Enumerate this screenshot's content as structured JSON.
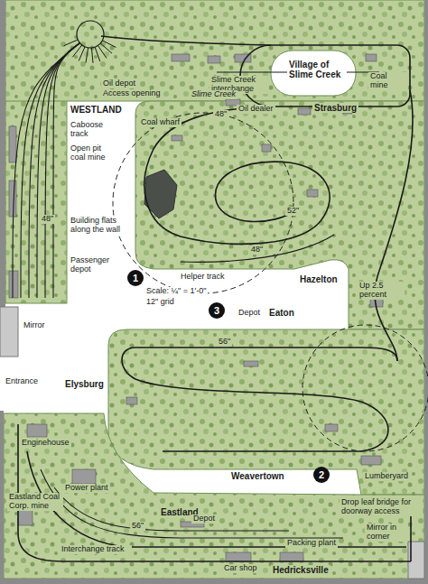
{
  "diagram": {
    "nodes": [
      {
        "text": [
          "1"
        ]
      },
      {
        "text": [
          "3"
        ]
      },
      {
        "text": [
          "2"
        ]
      }
    ],
    "labels": [
      "Village of Slime Creek",
      "Slime Creek interchange",
      "Oil depot",
      "Access opening",
      "Slime Creek",
      "WESTLAND",
      "Oil dealer",
      "Strasburg",
      "Coal mine",
      "Caboose track",
      "Coal wharf",
      "48\"",
      "Open pit coal mine",
      "48\"",
      "52\"",
      "Building flats along the wall",
      "48\"",
      "Hazelton",
      "Helper track",
      "Up 2.5 percent",
      "Passenger depot",
      "Scale: ¼\" = 1'-0\"",
      "12\" grid",
      "Depot",
      "Eaton",
      "Mirror",
      "56\"",
      "Entrance",
      "Elysburg",
      "Enginehouse",
      "Power plant",
      "Weavertown",
      "Lumberyard",
      "Drop leaf bridge for doorway access",
      "Eastland Coal Corp. mine",
      "Interchange track",
      "56\"",
      "Eastland",
      "Depot",
      "Car shop",
      "Packing plant",
      "Mirror in corner",
      "Hedricksville"
    ]
  }
}
